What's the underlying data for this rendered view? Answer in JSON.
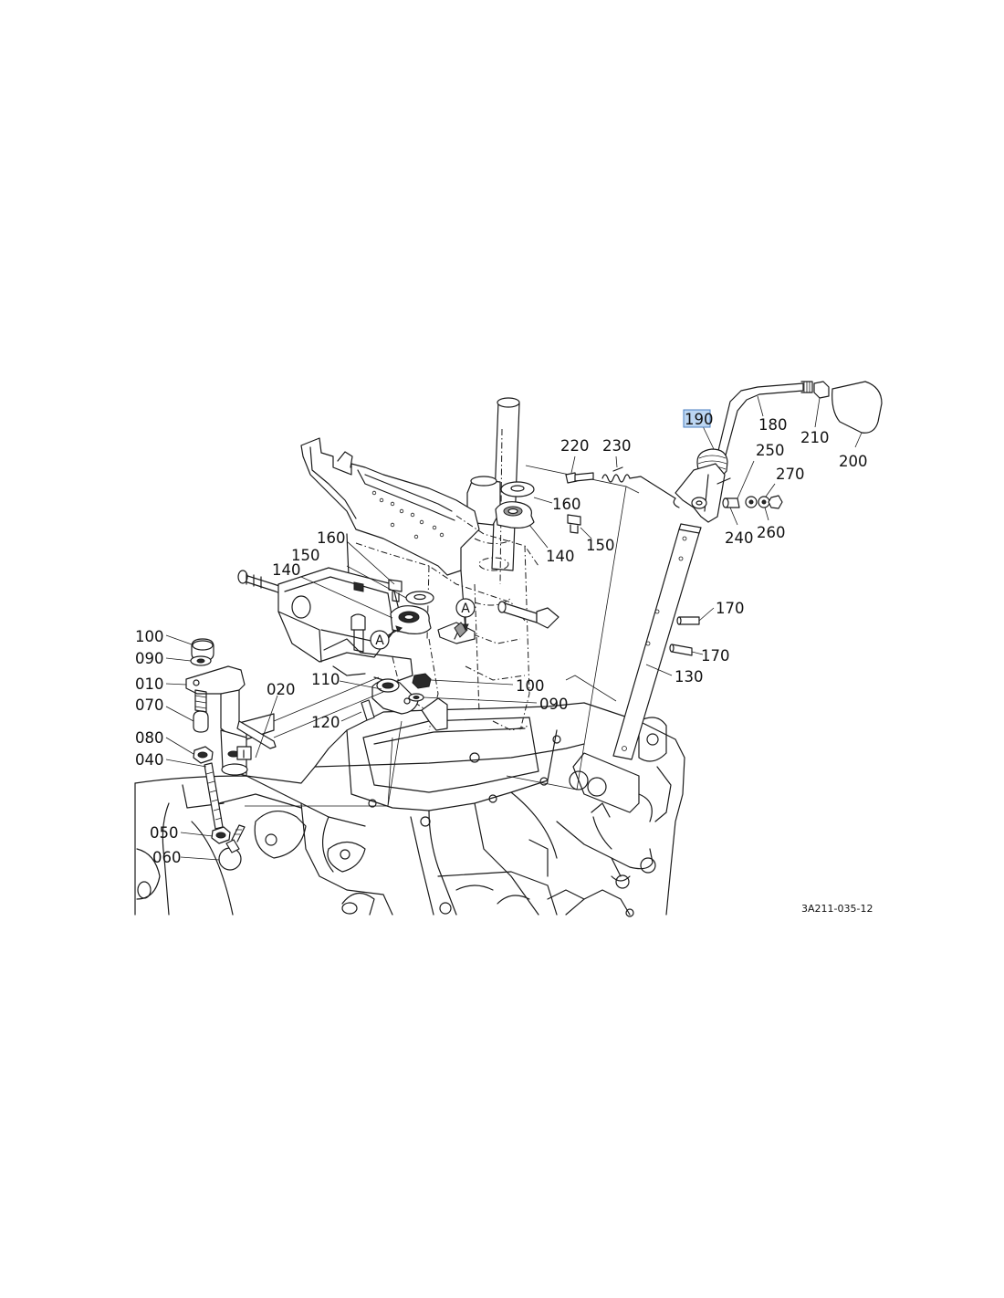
{
  "drawing_id": "3A211-035-12",
  "highlight_color": "#bcd6f2",
  "detail_marker": "A",
  "labels": {
    "p190": "190",
    "p180": "180",
    "p210": "210",
    "p200": "200",
    "p220": "220",
    "p230": "230",
    "p250": "250",
    "p270": "270",
    "p240": "240",
    "p260": "260",
    "p160a": "160",
    "p140a": "140",
    "p150a": "150",
    "p160b": "160",
    "p150b": "150",
    "p140b": "140",
    "p170a": "170",
    "p170b": "170",
    "p130": "130",
    "p100a": "100",
    "p090a": "090",
    "p010": "010",
    "p020": "020",
    "p070": "070",
    "p110": "110",
    "p100b": "100",
    "p090b": "090",
    "p120": "120",
    "p080": "080",
    "p040": "040",
    "p050": "050",
    "p060": "060"
  }
}
